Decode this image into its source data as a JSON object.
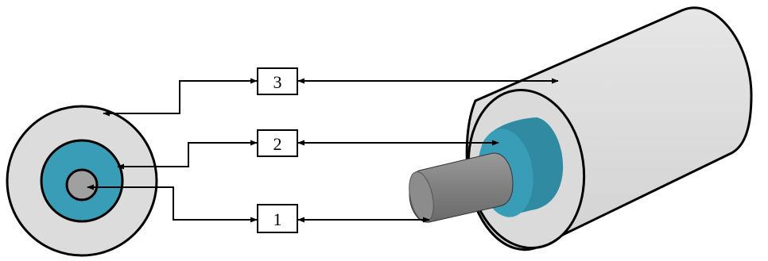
{
  "labels": [
    {
      "id": "label-1",
      "text": "1"
    },
    {
      "id": "label-2",
      "text": "2"
    },
    {
      "id": "label-3",
      "text": "3"
    }
  ],
  "colors": {
    "jacket": "#dcdcdc",
    "insulation": "#3a9db7",
    "insulation_side": "#2f8aa2",
    "core": "#a0a0a0",
    "core_side": "#7d7d7d",
    "outline": "#000000"
  }
}
